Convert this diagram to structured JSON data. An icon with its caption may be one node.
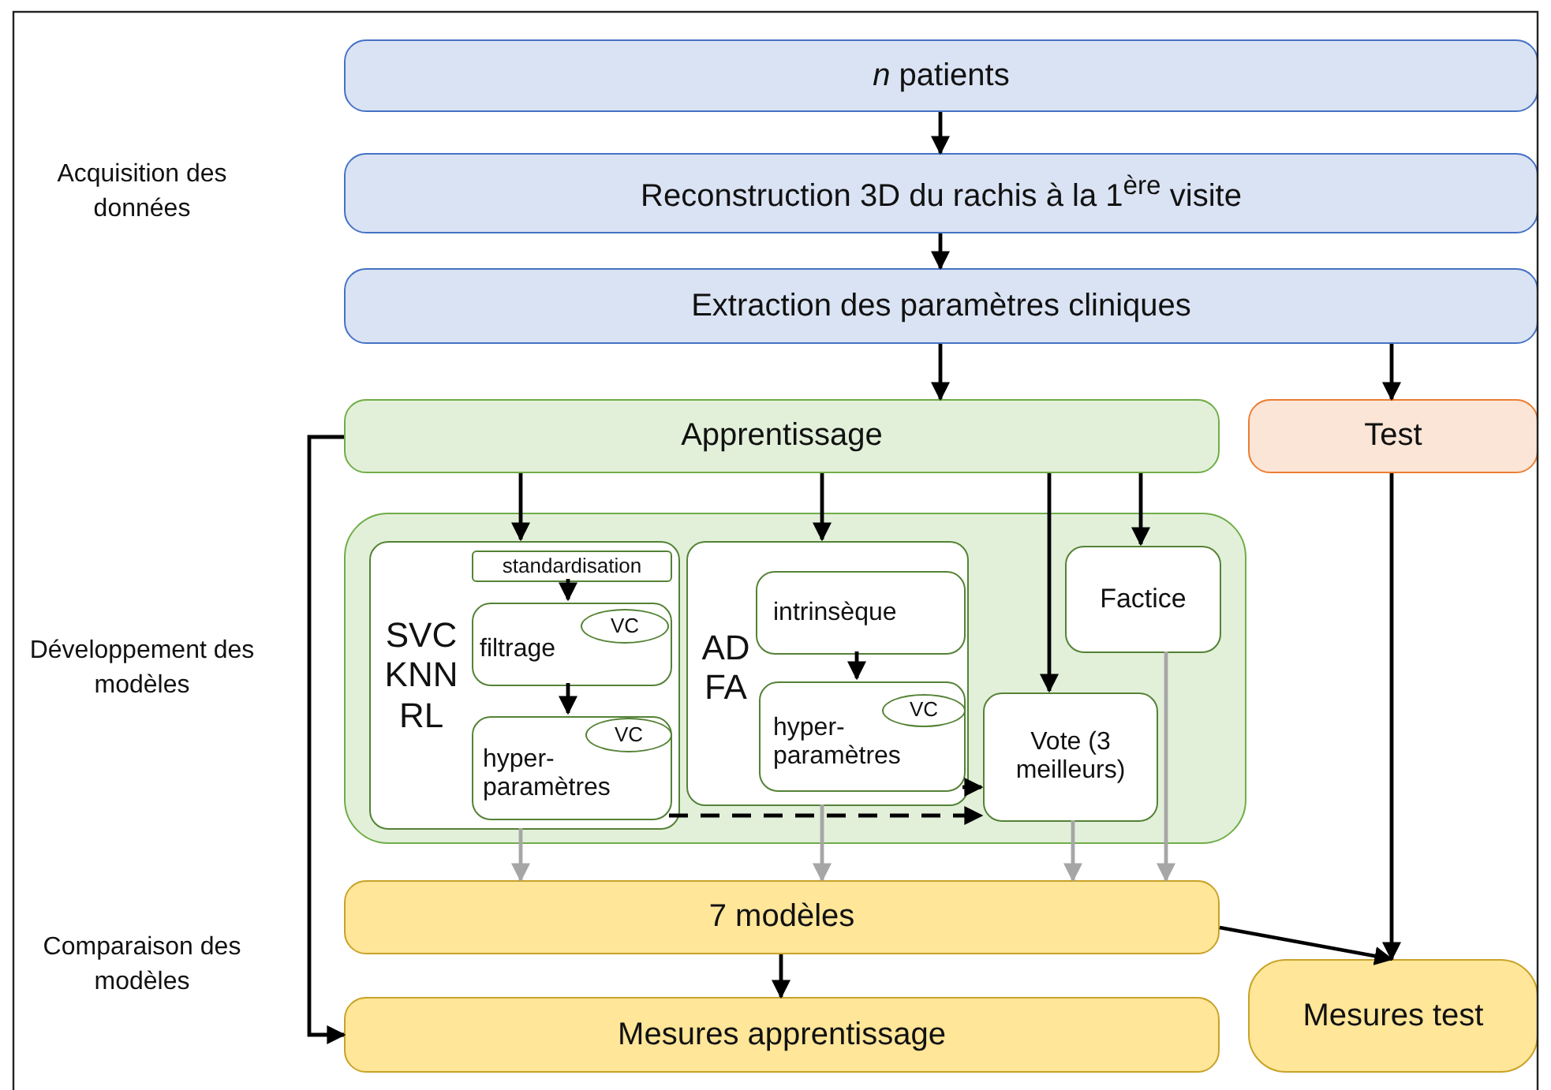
{
  "diagram": {
    "nodes": [
      {
        "text": [
          "*n* patients"
        ]
      },
      {
        "text": [
          "Reconstruction 3D du rachis à la 1$^{ère}$ visite"
        ]
      },
      {
        "text": [
          "Extraction des paramètres cliniques"
        ]
      },
      {
        "text": [
          "Apprentissage"
        ]
      },
      {
        "text": [
          "Test"
        ]
      },
      {
        "text": [],
        "shape": "box"
      },
      {
        "text": [
          "SVC KNN RL"
        ],
        "in": 5
      },
      {
        "text": [
          "standardisation"
        ],
        "in": 6
      },
      {
        "text": [
          "filtrage"
        ],
        "in": 6
      },
      {
        "text": [
          "VC"
        ],
        "in": 8
      },
      {
        "text": [
          "hyper- paramètres"
        ],
        "in": 6
      },
      {
        "text": [
          "VC"
        ],
        "in": 10
      },
      {
        "text": [
          "AD FA"
        ],
        "in": 5
      },
      {
        "text": [
          "intrinsèque"
        ],
        "in": 12
      },
      {
        "text": [
          "hyper- paramètres"
        ],
        "in": 12
      },
      {
        "text": [
          "VC"
        ],
        "in": 14
      },
      {
        "text": [
          "Factice"
        ],
        "in": 5
      },
      {
        "text": [
          "Vote (3 meilleurs)"
        ],
        "in": 5
      },
      {
        "text": [
          "7 modèles"
        ]
      },
      {
        "text": [
          "Mesures apprentissage"
        ]
      },
      {
        "text": [
          "Mesures test"
        ]
      }
    ],
    "edges": [
      {
        "from": 0,
        "to": 1,
        "arrow": "to"
      },
      {
        "from": 1,
        "to": 2,
        "arrow": "to"
      },
      {
        "from": 2,
        "to": 3,
        "arrow": "to"
      },
      {
        "from": 2,
        "to": 4,
        "arrow": "to"
      },
      {
        "from": 3,
        "to": 6,
        "arrow": "to"
      },
      {
        "from": 3,
        "to": 12,
        "arrow": "to"
      },
      {
        "from": 3,
        "to": 17,
        "arrow": "to"
      },
      {
        "from": 3,
        "to": 16,
        "arrow": "to"
      },
      {
        "from": 7,
        "to": 8,
        "arrow": "to"
      },
      {
        "from": 8,
        "to": 10,
        "arrow": "to"
      },
      {
        "from": 13,
        "to": 14,
        "arrow": "to"
      },
      {
        "from": 14,
        "to": 17,
        "arrow": "to"
      },
      {
        "from": 10,
        "to": 17,
        "arrow": "to",
        "style": "dashed"
      },
      {
        "from": 6,
        "to": 18,
        "arrow": "to",
        "color": "#a6a6a6"
      },
      {
        "from": 12,
        "to": 18,
        "arrow": "to",
        "color": "#a6a6a6"
      },
      {
        "from": 17,
        "to": 18,
        "arrow": "to",
        "color": "#a6a6a6"
      },
      {
        "from": 16,
        "to": 18,
        "arrow": "to",
        "color": "#a6a6a6"
      },
      {
        "from": 18,
        "to": 19,
        "arrow": "to"
      },
      {
        "from": 18,
        "to": 20,
        "arrow": "to"
      },
      {
        "from": 4,
        "to": 20,
        "arrow": "to"
      },
      {
        "from": 3,
        "to": 19,
        "arrow": "to"
      }
    ],
    "labels": [
      "Acquisition des données",
      "Développement des modèles",
      "Comparaison des modèles"
    ]
  }
}
